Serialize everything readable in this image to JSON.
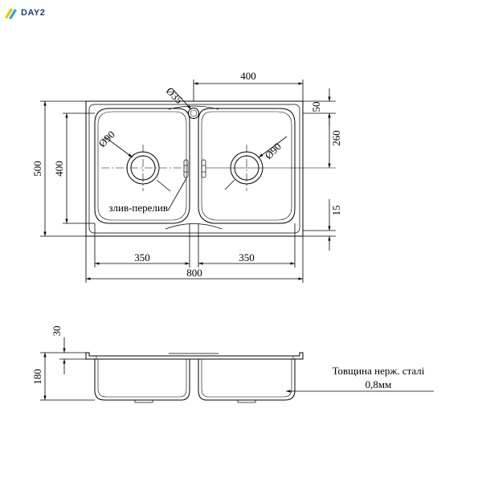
{
  "brand": {
    "name": "DAY2",
    "colors": {
      "yellow": "#f2c200",
      "blue": "#3aa0e0",
      "navy": "#1f3d7a"
    }
  },
  "drawing": {
    "dims": {
      "overall_width": "800",
      "overall_height": "500",
      "bowl_width_left": "350",
      "bowl_width_right": "350",
      "bowl_height": "400",
      "center_to_edge": "400",
      "tap_hole": "Ø35",
      "drain_left": "Ø90",
      "drain_right": "Ø90",
      "top_offset": "50",
      "drain_offset": "260",
      "bottom_offset": "15",
      "rim_height": "30",
      "depth": "180"
    },
    "labels": {
      "overflow": "злив-перелив",
      "thickness_line1": "Товщина нерж. сталі",
      "thickness_line2": "0,8мм"
    }
  }
}
